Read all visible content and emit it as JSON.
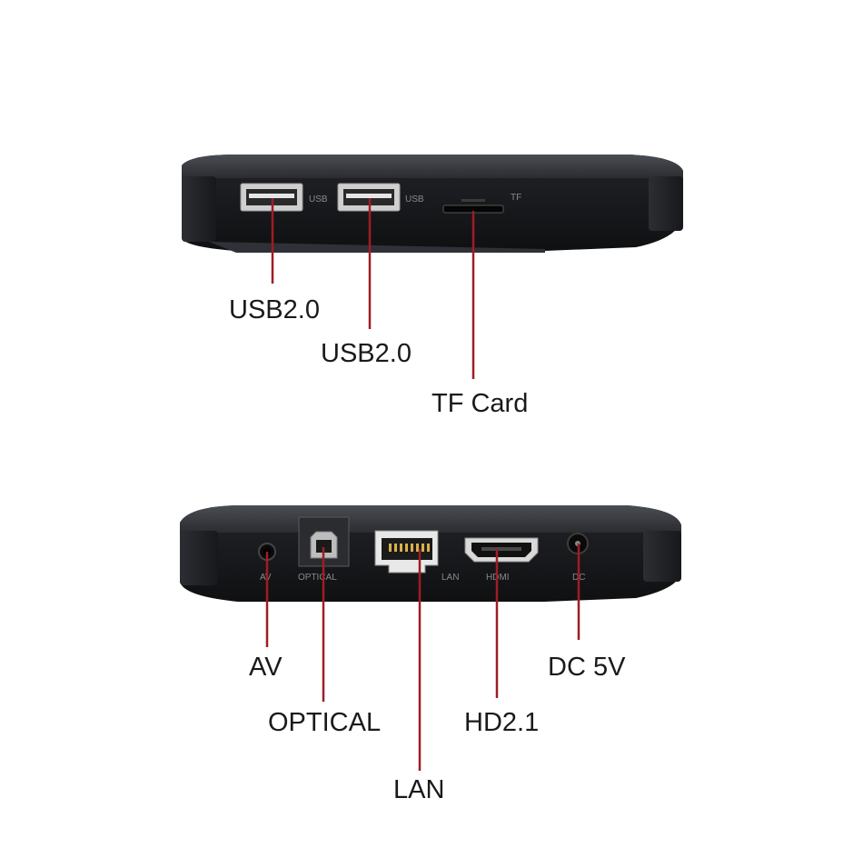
{
  "top_panel": {
    "ports": [
      {
        "port_label": "USB",
        "callout": "USB2.0"
      },
      {
        "port_label": "USB",
        "callout": "USB2.0"
      },
      {
        "port_label": "TF",
        "callout": "TF Card"
      }
    ]
  },
  "bottom_panel": {
    "ports": [
      {
        "port_label": "AV",
        "callout": "AV"
      },
      {
        "port_label": "OPTICAL",
        "callout": "OPTICAL"
      },
      {
        "port_label": "LAN",
        "callout": "LAN"
      },
      {
        "port_label": "HDMI",
        "callout": "HD2.1"
      },
      {
        "port_label": "DC",
        "callout": "DC 5V"
      }
    ]
  },
  "colors": {
    "callout_line": "#a01c24",
    "device_body": "#1b1c1f",
    "device_top": "#3a3d42",
    "port_metal": "#d8d8d8"
  }
}
